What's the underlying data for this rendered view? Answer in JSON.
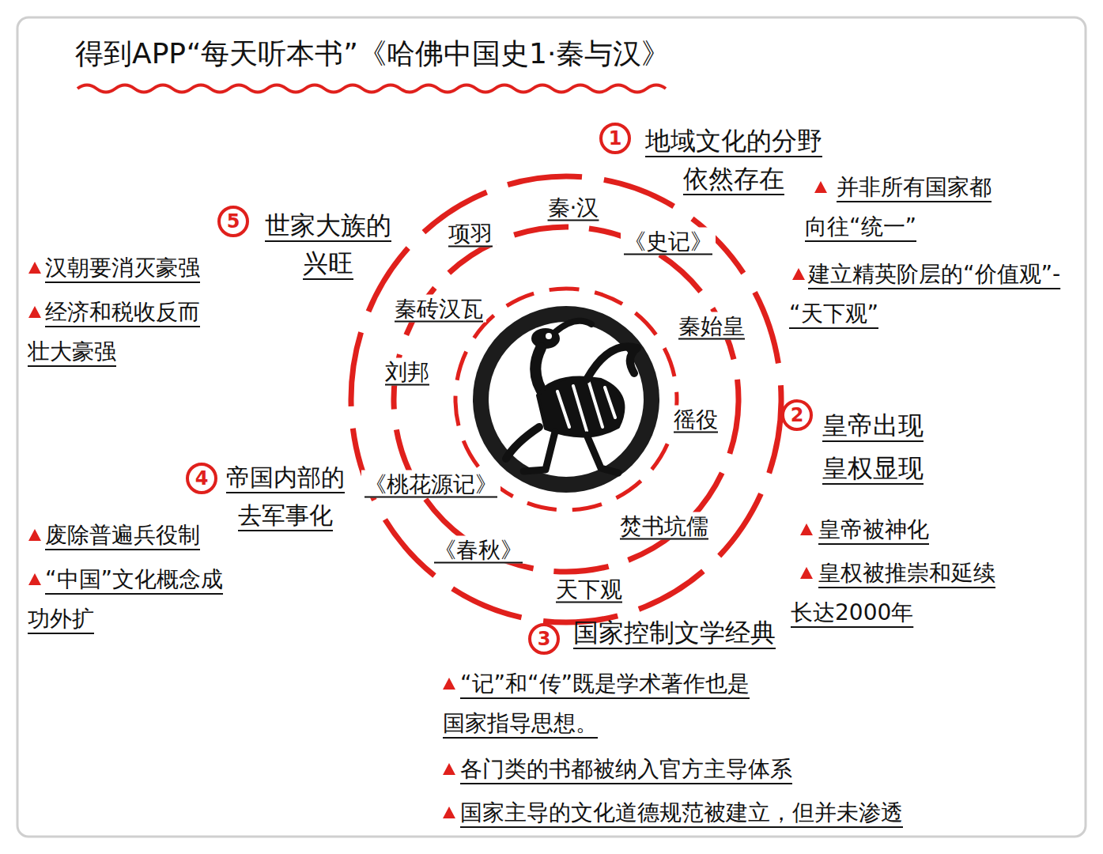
{
  "diagram": {
    "title": "得到APP“每天听本书”《哈佛中国史1·秦与汉》",
    "nodes": [
      {
        "text": [
          "1",
          "地域文化的分野 依然存在"
        ]
      },
      {
        "text": [
          "2",
          "皇帝出现 皇权显现"
        ]
      },
      {
        "text": [
          "3",
          "国家控制文学经典"
        ]
      },
      {
        "text": [
          "4",
          "帝国内部的 去军事化"
        ]
      },
      {
        "text": [
          "5",
          "世家大族的 兴旺"
        ]
      }
    ],
    "labels": [
      "秦·汉",
      "《史记》",
      "秦始皇",
      "徭役",
      "焚书坑儒",
      "天下观",
      "《春秋》",
      "《桃花源记》",
      "刘邦",
      "秦砖汉瓦",
      "项羽",
      "并非所有国家都向往“统一”",
      "建立精英阶层的“价值观”-“天下观”",
      "皇帝被神化",
      "皇权被推崇和延续长达2000年",
      "“记”和“传”既是学术著作也是国家指导思想。",
      "各门类的书都被纳入官方主导体系",
      "国家主导的文化道德规范被建立，但并未渗透",
      "废除普遍兵役制",
      "“中国”文化概念成功外扩",
      "汉朝要消灭豪强",
      "经济和税收反而壮大豪强"
    ]
  }
}
